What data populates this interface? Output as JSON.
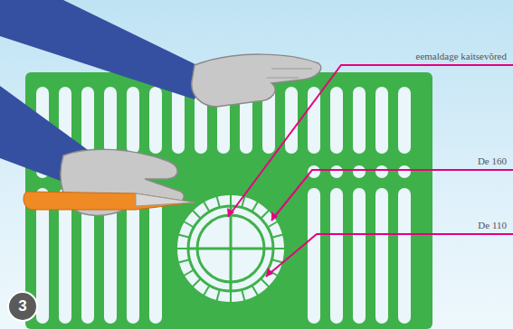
{
  "diagram": {
    "nodes": [
      {
        "text": [
          "3"
        ]
      }
    ],
    "labels": [
      "eemaldage kaitsevõred",
      "De 160",
      "De 110"
    ]
  }
}
